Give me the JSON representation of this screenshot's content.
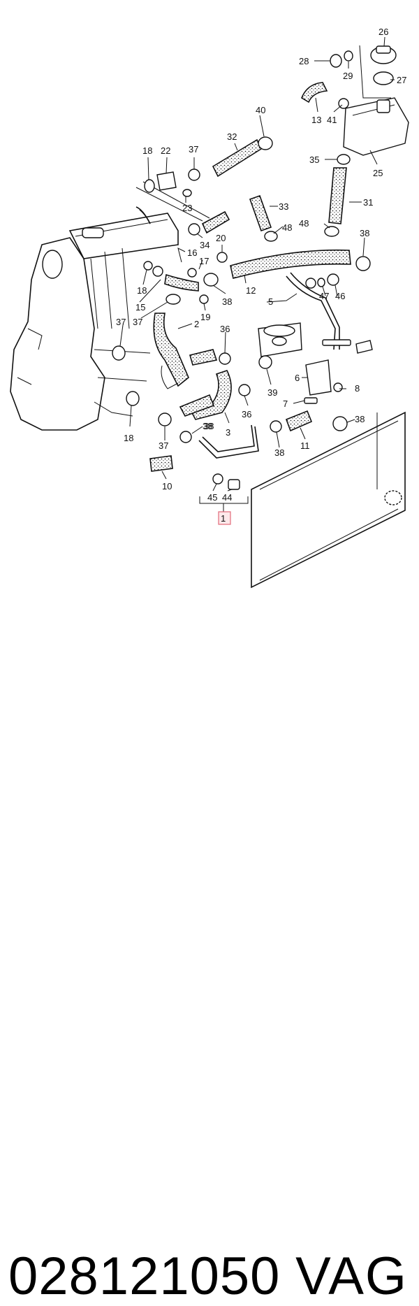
{
  "callouts": [
    {
      "id": "c1",
      "text": "1"
    },
    {
      "id": "c2",
      "text": "2"
    },
    {
      "id": "c3",
      "text": "3"
    },
    {
      "id": "c5",
      "text": "5"
    },
    {
      "id": "c6",
      "text": "6"
    },
    {
      "id": "c7",
      "text": "7"
    },
    {
      "id": "c8",
      "text": "8"
    },
    {
      "id": "c10",
      "text": "10"
    },
    {
      "id": "c11",
      "text": "11"
    },
    {
      "id": "c12",
      "text": "12"
    },
    {
      "id": "c13",
      "text": "13"
    },
    {
      "id": "c15",
      "text": "15"
    },
    {
      "id": "c16",
      "text": "16"
    },
    {
      "id": "c17",
      "text": "17"
    },
    {
      "id": "c18a",
      "text": "18"
    },
    {
      "id": "c18b",
      "text": "18"
    },
    {
      "id": "c18c",
      "text": "18"
    },
    {
      "id": "c19",
      "text": "19"
    },
    {
      "id": "c20",
      "text": "20"
    },
    {
      "id": "c22",
      "text": "22"
    },
    {
      "id": "c23",
      "text": "23"
    },
    {
      "id": "c25",
      "text": "25"
    },
    {
      "id": "c26",
      "text": "26"
    },
    {
      "id": "c27",
      "text": "27"
    },
    {
      "id": "c28",
      "text": "28"
    },
    {
      "id": "c29",
      "text": "29"
    },
    {
      "id": "c31",
      "text": "31"
    },
    {
      "id": "c32",
      "text": "32"
    },
    {
      "id": "c33",
      "text": "33"
    },
    {
      "id": "c34",
      "text": "34"
    },
    {
      "id": "c35",
      "text": "35"
    },
    {
      "id": "c36a",
      "text": "36"
    },
    {
      "id": "c36b",
      "text": "36"
    },
    {
      "id": "c37a",
      "text": "37"
    },
    {
      "id": "c37b",
      "text": "37"
    },
    {
      "id": "c37c",
      "text": "37"
    },
    {
      "id": "c37d",
      "text": "37"
    },
    {
      "id": "c38a",
      "text": "38"
    },
    {
      "id": "c38b",
      "text": "38"
    },
    {
      "id": "c38c",
      "text": "38"
    },
    {
      "id": "c38d",
      "text": "38"
    },
    {
      "id": "c38e",
      "text": "38"
    },
    {
      "id": "c38f",
      "text": "38"
    },
    {
      "id": "c39",
      "text": "39"
    },
    {
      "id": "c40",
      "text": "40"
    },
    {
      "id": "c41",
      "text": "41"
    },
    {
      "id": "c44",
      "text": "44"
    },
    {
      "id": "c45",
      "text": "45"
    },
    {
      "id": "c46",
      "text": "46"
    },
    {
      "id": "c47",
      "text": "47"
    },
    {
      "id": "c48a",
      "text": "48"
    },
    {
      "id": "c48b",
      "text": "48"
    }
  ],
  "footer": {
    "part_number": "028121050",
    "brand": "VAG"
  }
}
